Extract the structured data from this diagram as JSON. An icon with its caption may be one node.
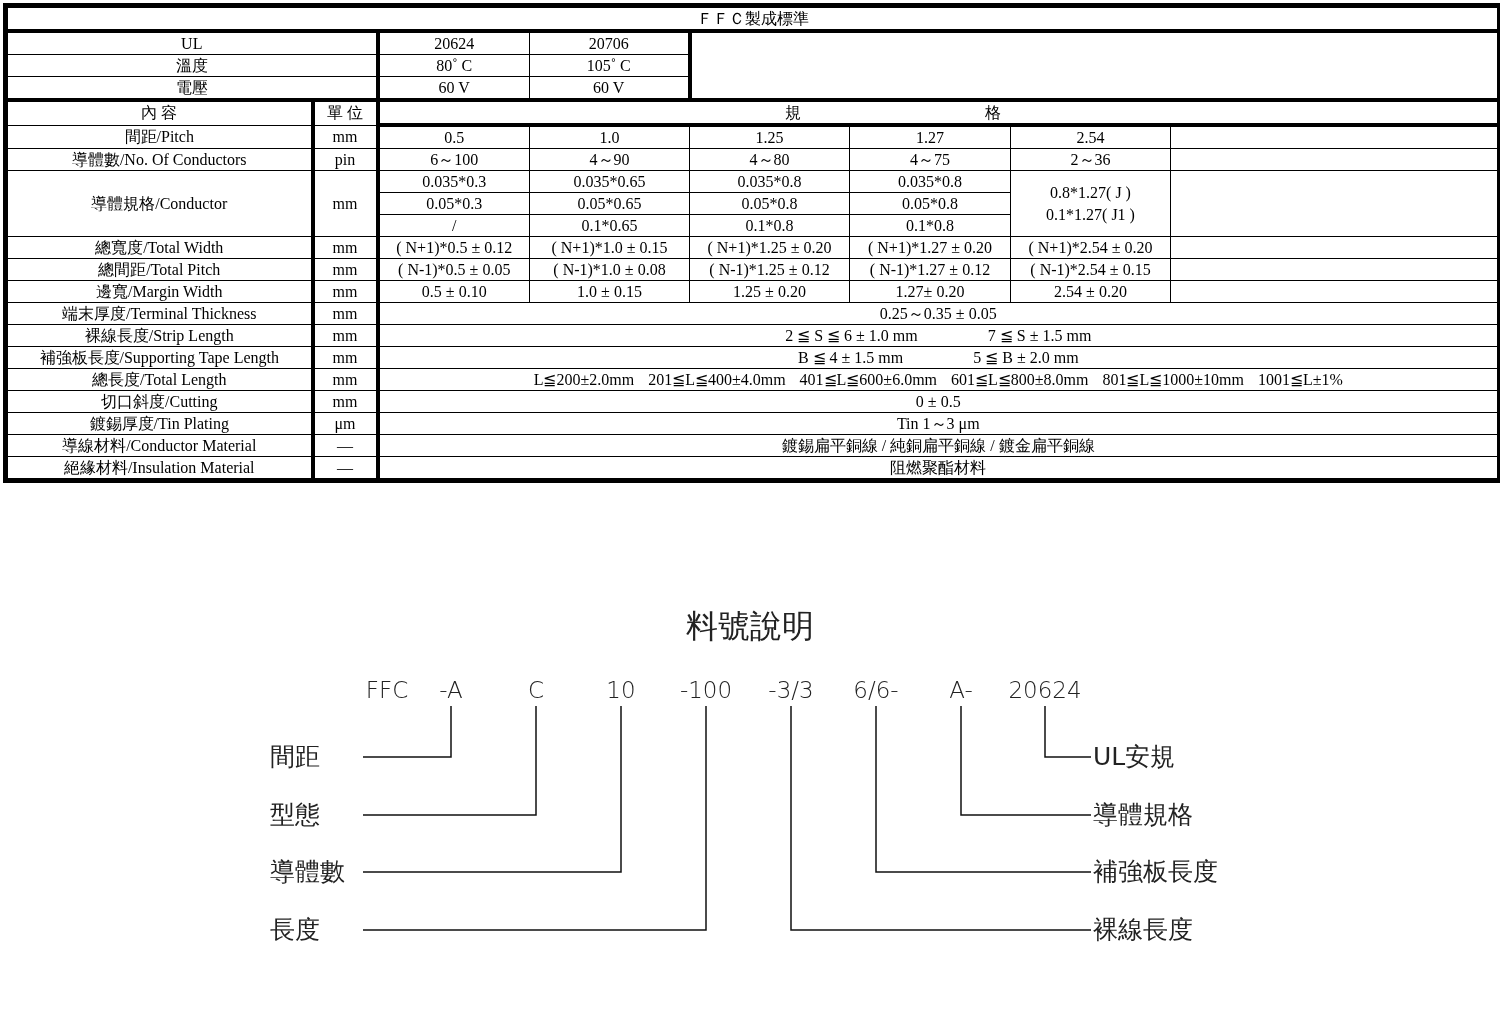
{
  "diagram": {
    "title": "ＦＦＣ製成標準",
    "nodes": [
      {
        "text": [
          "FFC"
        ]
      },
      {
        "text": [
          "-A"
        ]
      },
      {
        "text": [
          "C"
        ]
      },
      {
        "text": [
          "10"
        ]
      },
      {
        "text": [
          "-100"
        ]
      },
      {
        "text": [
          "-3/3"
        ]
      },
      {
        "text": [
          "6/6-"
        ]
      },
      {
        "text": [
          "A-"
        ]
      },
      {
        "text": [
          "20624"
        ]
      },
      {
        "text": [
          "間距"
        ]
      },
      {
        "text": [
          "型態"
        ]
      },
      {
        "text": [
          "導體數"
        ]
      },
      {
        "text": [
          "長度"
        ]
      },
      {
        "text": [
          "UL安規"
        ]
      },
      {
        "text": [
          "導體規格"
        ]
      },
      {
        "text": [
          "補強板長度"
        ]
      },
      {
        "text": [
          "裸線長度"
        ]
      }
    ],
    "edges": [
      {
        "from": 9,
        "to": 1,
        "arrow": "none"
      },
      {
        "from": 10,
        "to": 2,
        "arrow": "none"
      },
      {
        "from": 11,
        "to": 3,
        "arrow": "none"
      },
      {
        "from": 12,
        "to": 4,
        "arrow": "none"
      },
      {
        "from": 13,
        "to": 8,
        "arrow": "none"
      },
      {
        "from": 14,
        "to": 7,
        "arrow": "none"
      },
      {
        "from": 15,
        "to": 6,
        "arrow": "none"
      },
      {
        "from": 16,
        "to": 5,
        "arrow": "none"
      }
    ],
    "labels": [
      "UL",
      "20624",
      "20706",
      "溫度",
      "80˚ C",
      "105˚ C",
      "電壓",
      "60 V",
      "60 V",
      "內 容",
      "單 位",
      "規 格",
      "間距/Pitch",
      "mm",
      "0.5",
      "1.0",
      "1.25",
      "1.27",
      "2.54",
      "導體數/No. Of Conductors",
      "pin",
      "6～100",
      "4～90",
      "4～80",
      "4～75",
      "2～36",
      "導體規格/Conductor",
      "mm",
      "0.035*0.3",
      "0.035*0.65",
      "0.035*0.8",
      "0.035*0.8",
      "0.8*1.27( J )",
      "0.1*1.27( J1 )",
      "0.05*0.3",
      "0.05*0.65",
      "0.05*0.8",
      "0.05*0.8",
      "/",
      "0.1*0.65",
      "0.1*0.8",
      "0.1*0.8",
      "總寬度/Total Width",
      "mm",
      "( N+1)*0.5 ± 0.12",
      "( N+1)*1.0 ± 0.15",
      "( N+1)*1.25 ± 0.20",
      "( N+1)*1.27 ± 0.20",
      "( N+1)*2.54 ± 0.20",
      "總間距/Total Pitch",
      "mm",
      "( N-1)*0.5 ± 0.05",
      "( N-1)*1.0 ± 0.08",
      "( N-1)*1.25 ± 0.12",
      "( N-1)*1.27 ± 0.12",
      "( N-1)*2.54 ± 0.15",
      "邊寬/Margin Width",
      "mm",
      "0.5 ± 0.10",
      "1.0 ± 0.15",
      "1.25 ± 0.20",
      "1.27± 0.20",
      "2.54 ± 0.20",
      "端末厚度/Terminal Thickness",
      "mm",
      "0.25～0.35 ± 0.05",
      "裸線長度/Strip Length",
      "mm",
      "2 ≦ S ≦ 6 ± 1.0 mm",
      "7 ≦ S ± 1.5 mm",
      "補強板長度/Supporting Tape Length",
      "mm",
      "B ≦ 4 ± 1.5 mm",
      "5 ≦ B ± 2.0 mm",
      "總長度/Total Length",
      "mm",
      "L≦200±2.0mm 201≦L≦400±4.0mm 401≦L≦600±6.0mm 601≦L≦800±8.0mm 801≦L≦1000±10mm 1001≦L±1%",
      "切口斜度/Cutting",
      "mm",
      "0 ± 0.5",
      "鍍錫厚度/Tin Plating",
      "μm",
      "Tin 1～3 μm",
      "導線材料/Conductor Material",
      "—",
      "鍍錫扁平銅線 / 純銅扁平銅線 / 鍍金扁平銅線",
      "絕緣材料/Insulation Material",
      "—",
      "阻燃聚酯材料",
      "料號說明"
    ]
  }
}
